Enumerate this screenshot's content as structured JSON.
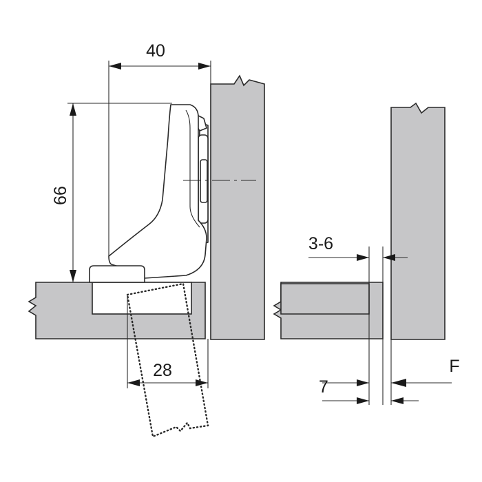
{
  "labels": {
    "width_40": "40",
    "height_66": "66",
    "cup_28": "28",
    "gap_3_6": "3-6",
    "overlay_7": "7",
    "force_f": "F"
  },
  "colors": {
    "panel_fill": "#c6c6c8",
    "line": "#2a2a2a",
    "background": "#ffffff"
  }
}
